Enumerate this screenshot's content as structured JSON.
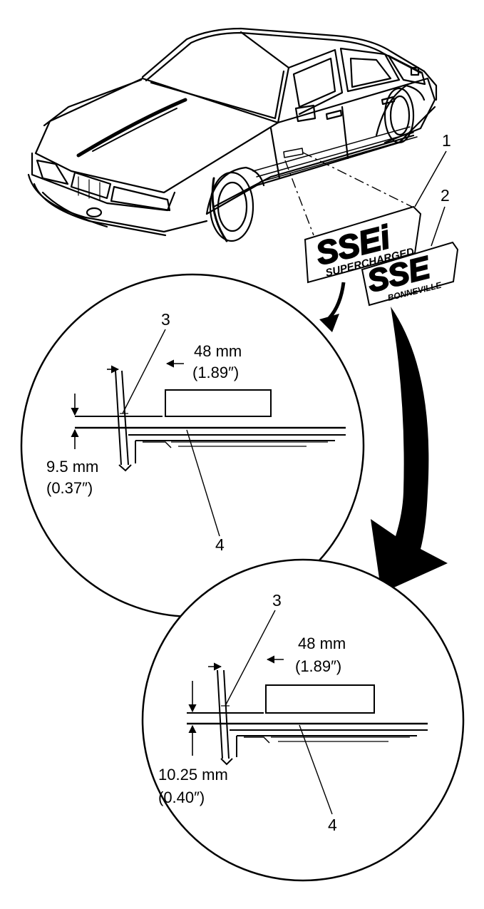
{
  "colors": {
    "ink": "#000000",
    "paper": "#ffffff"
  },
  "callouts": {
    "emblem_supercharged": "1",
    "emblem_bonneville": "2",
    "door_edge_upper": "3",
    "molding_upper": "4",
    "door_edge_lower": "3",
    "molding_lower": "4"
  },
  "emblems": {
    "ssei_text": "SSEi",
    "ssei_sub": "SUPERCHARGED",
    "sse_text": "SSE",
    "sse_sub": "BONNEVILLE"
  },
  "detail_upper": {
    "horizontal_mm": "48 mm",
    "horizontal_in": "(1.89″)",
    "vertical_mm": "9.5 mm",
    "vertical_in": "(0.37″)"
  },
  "detail_lower": {
    "horizontal_mm": "48 mm",
    "horizontal_in": "(1.89″)",
    "vertical_mm": "10.25 mm",
    "vertical_in": "(0.40″)"
  }
}
